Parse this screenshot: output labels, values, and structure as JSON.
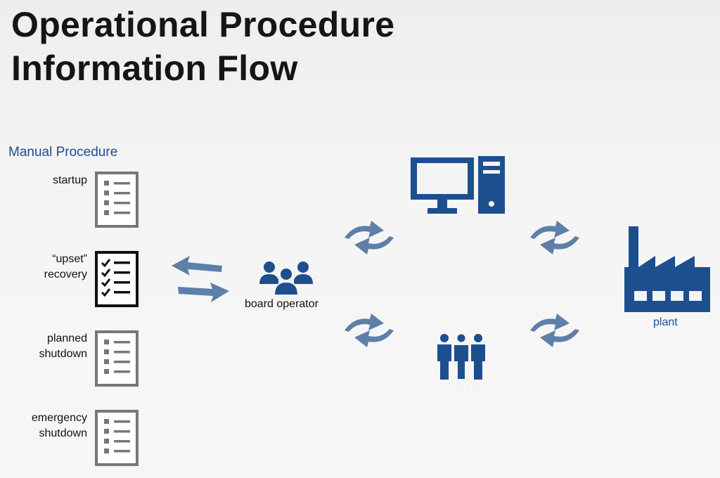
{
  "slide": {
    "title_line1": "Operational Procedure",
    "title_line2": "Information Flow"
  },
  "manual": {
    "heading": "Manual Procedure",
    "procedures": [
      {
        "line1": "startup",
        "line2": "",
        "checked": false
      },
      {
        "line1": "“upset”",
        "line2": "recovery",
        "checked": true
      },
      {
        "line1": "planned",
        "line2": "shutdown",
        "checked": false
      },
      {
        "line1": "emergency",
        "line2": "shutdown",
        "checked": false
      }
    ]
  },
  "nodes": {
    "board_operator": "board operator",
    "field_operator": "field operator",
    "plant": "plant",
    "computer_icon": "computer-icon",
    "plant_icon": "factory-icon"
  },
  "colors": {
    "title": "#151515",
    "accent_blue": "#1f4e8c",
    "icon_blue": "#1d4f8f",
    "arrow_blue": "#5d7fa8",
    "doc_gray": "#777777"
  }
}
